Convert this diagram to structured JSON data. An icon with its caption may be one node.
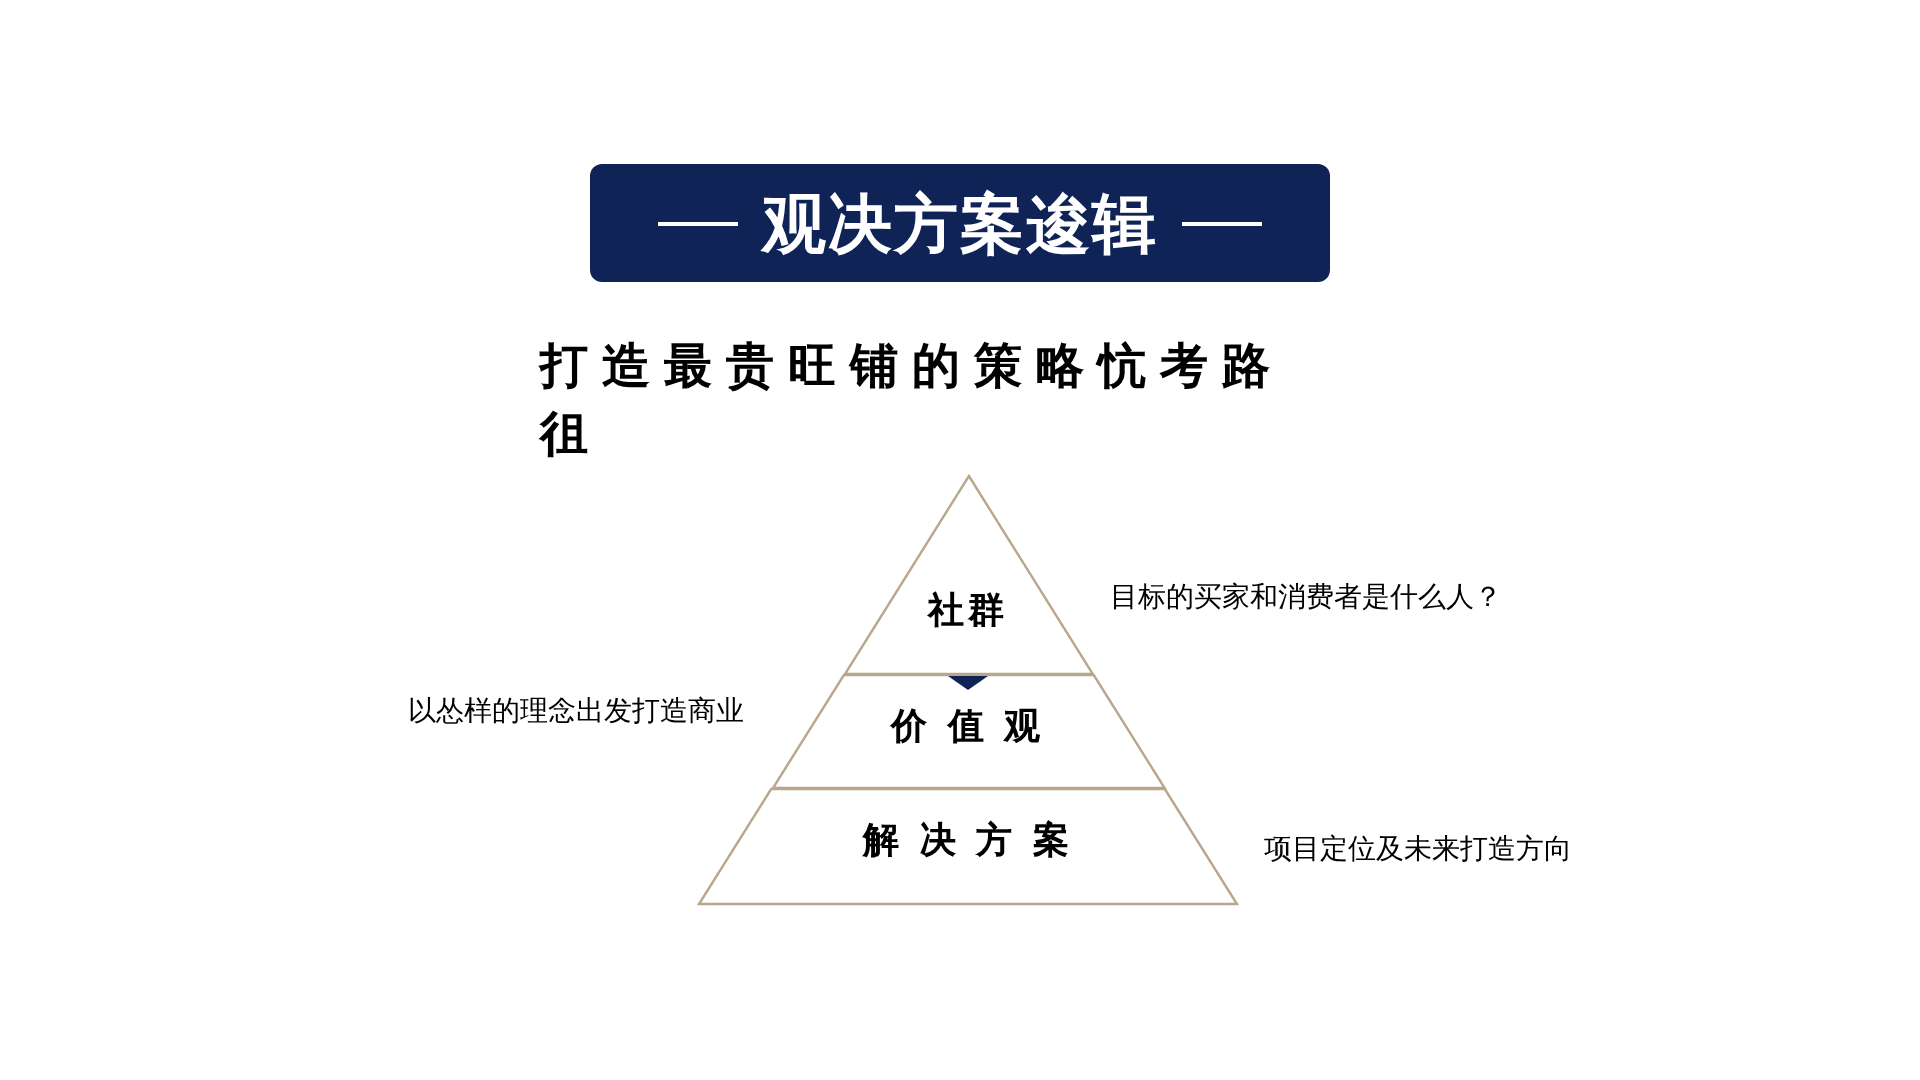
{
  "diagram": {
    "title": "观决方案逡辑",
    "nodes": [
      {
        "text": [
          "社群"
        ],
        "beside": [
          "目标的买家和消费者是什么人？"
        ]
      },
      {
        "text": [
          "价 值 观"
        ],
        "beside": [
          "以怂样的理念出发打造商业"
        ]
      },
      {
        "text": [
          "解 决 方 案"
        ],
        "beside": [
          "项目定位及未来打造方向"
        ]
      }
    ],
    "edges": [
      {
        "from": 0,
        "to": 1,
        "arrow": "to",
        "color": "#0f2357"
      }
    ],
    "labels": [
      "打造最贵旺铺的策略忼考路徂"
    ]
  }
}
